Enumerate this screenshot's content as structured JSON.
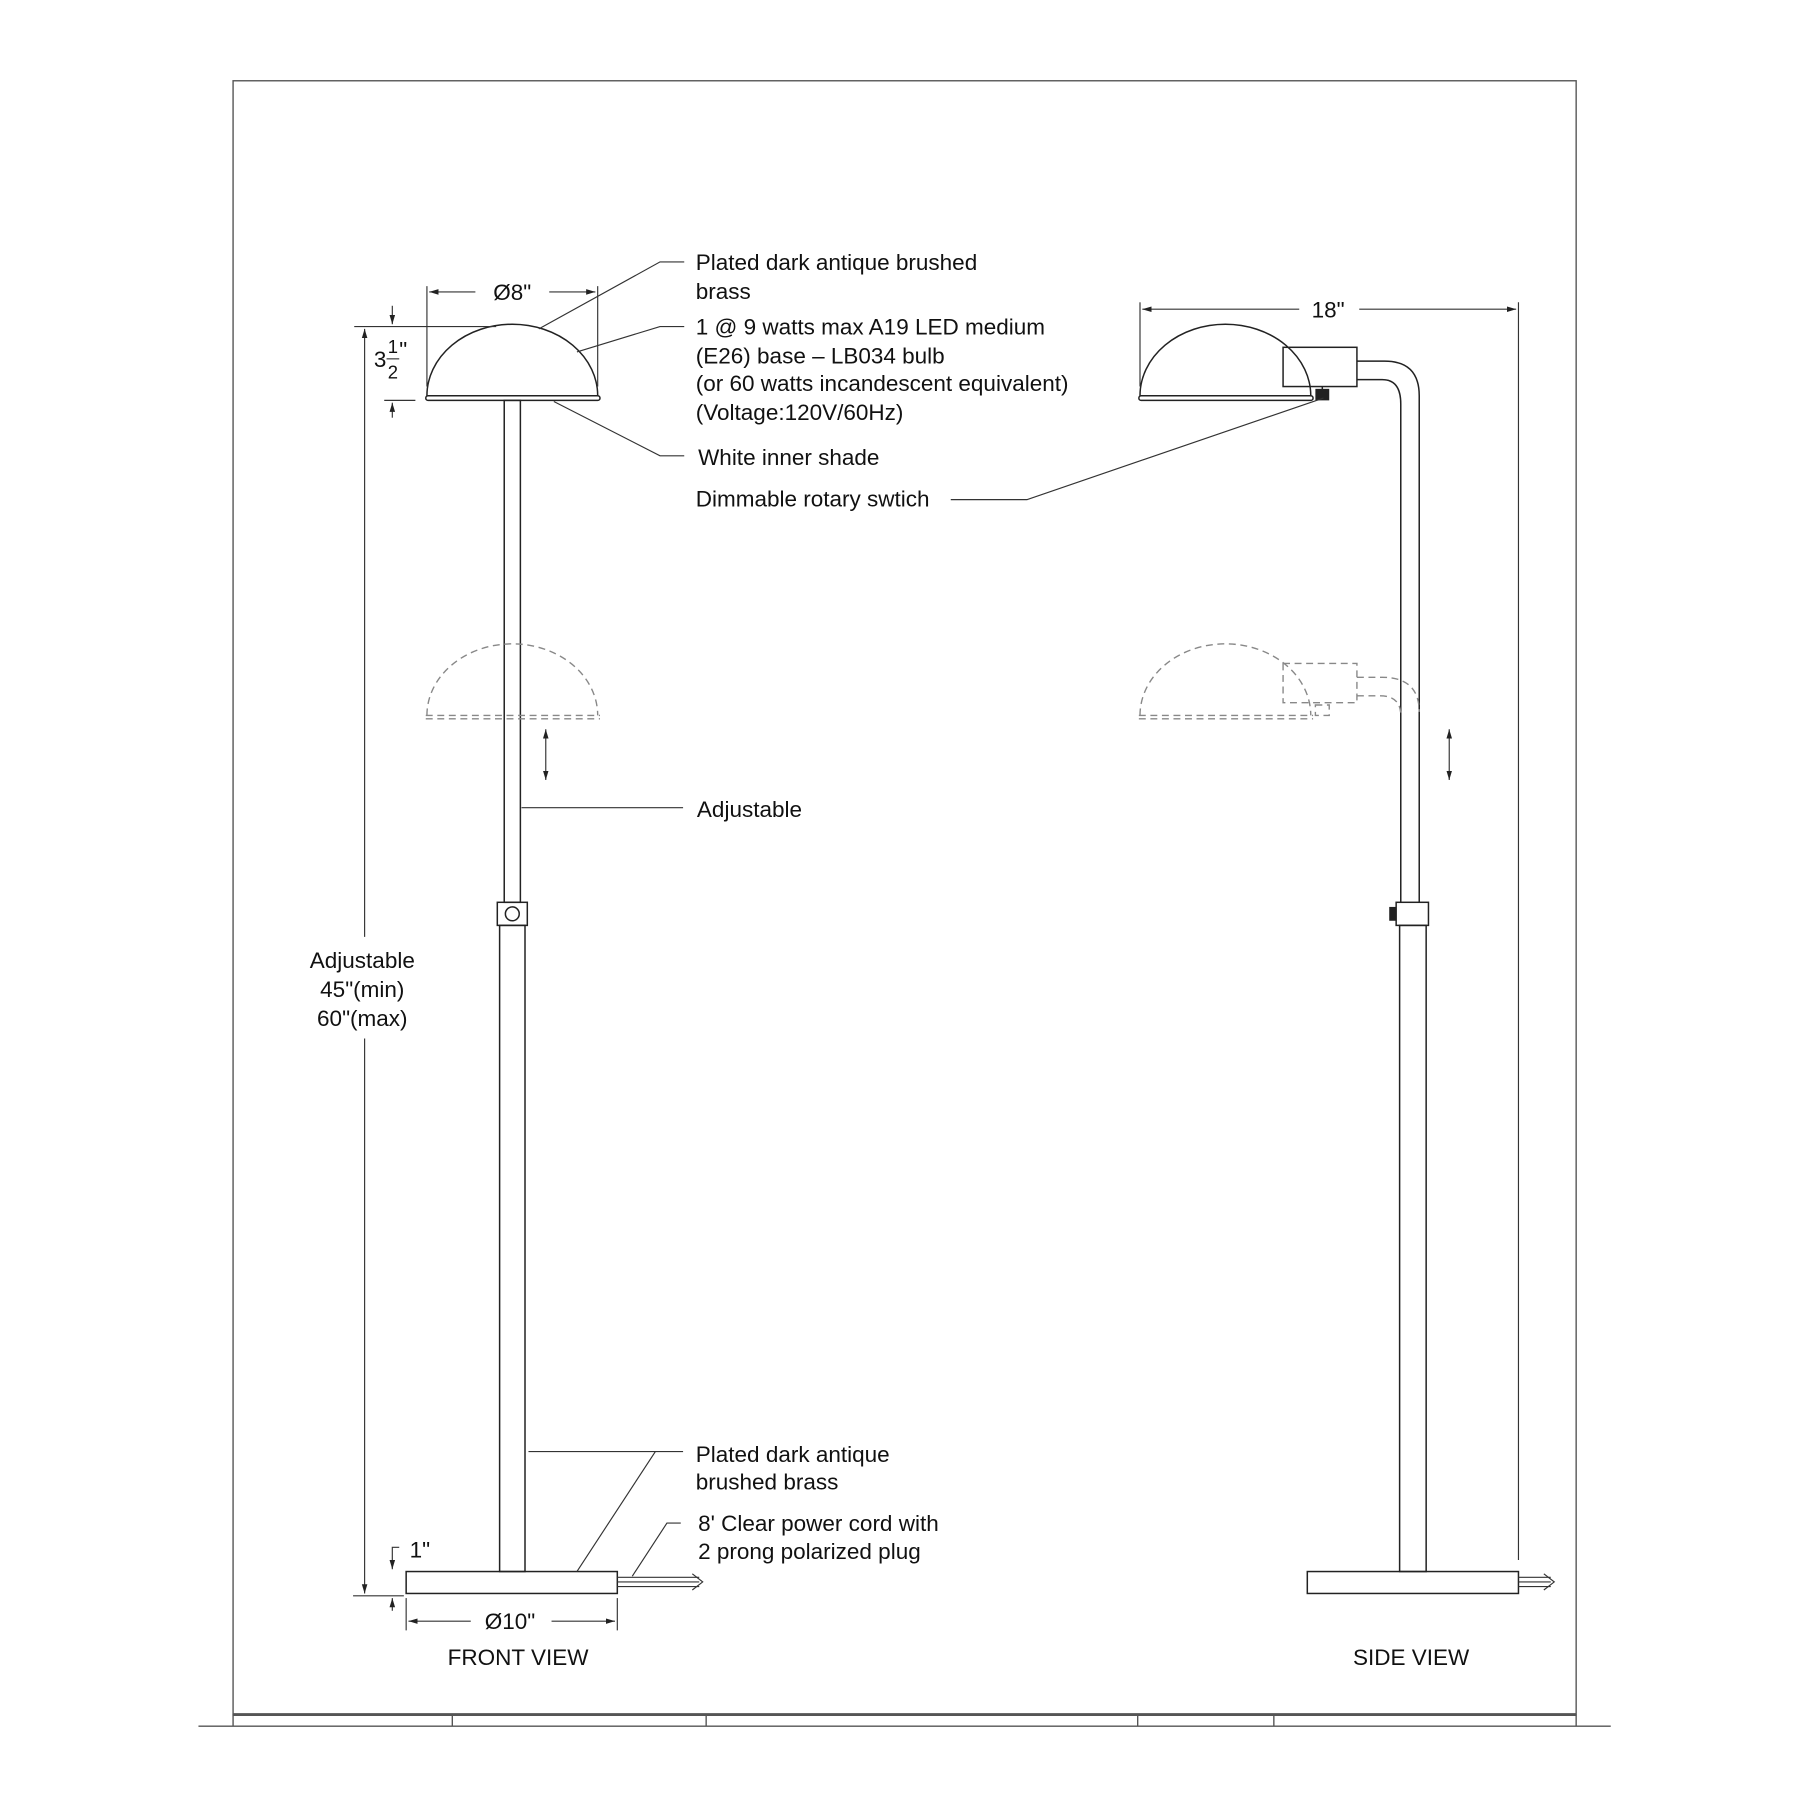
{
  "front_view": {
    "title": "FRONT VIEW",
    "shade_diameter": "Ø8\"",
    "shade_height_whole": "3",
    "shade_height_num": "1",
    "shade_height_den": "2",
    "inch_mark": "\"",
    "height_label": [
      "Adjustable",
      "45\"(min)",
      "60\"(max)"
    ],
    "base_height": "1\"",
    "base_diameter": "Ø10\""
  },
  "side_view": {
    "title": "SIDE VIEW",
    "depth": "18\""
  },
  "callouts": {
    "shade_finish": [
      "Plated dark antique brushed",
      "brass"
    ],
    "bulb": [
      "1 @ 9 watts max A19 LED medium",
      "(E26) base – LB034 bulb",
      "(or 60 watts incandescent equivalent)",
      "(Voltage:120V/60Hz)"
    ],
    "inner_shade": "White inner shade",
    "switch": "Dimmable rotary swtich",
    "adjustable": "Adjustable",
    "base_finish": [
      "Plated dark antique",
      "brushed brass"
    ],
    "cord": [
      "8' Clear power cord with",
      "2 prong polarized plug"
    ]
  }
}
